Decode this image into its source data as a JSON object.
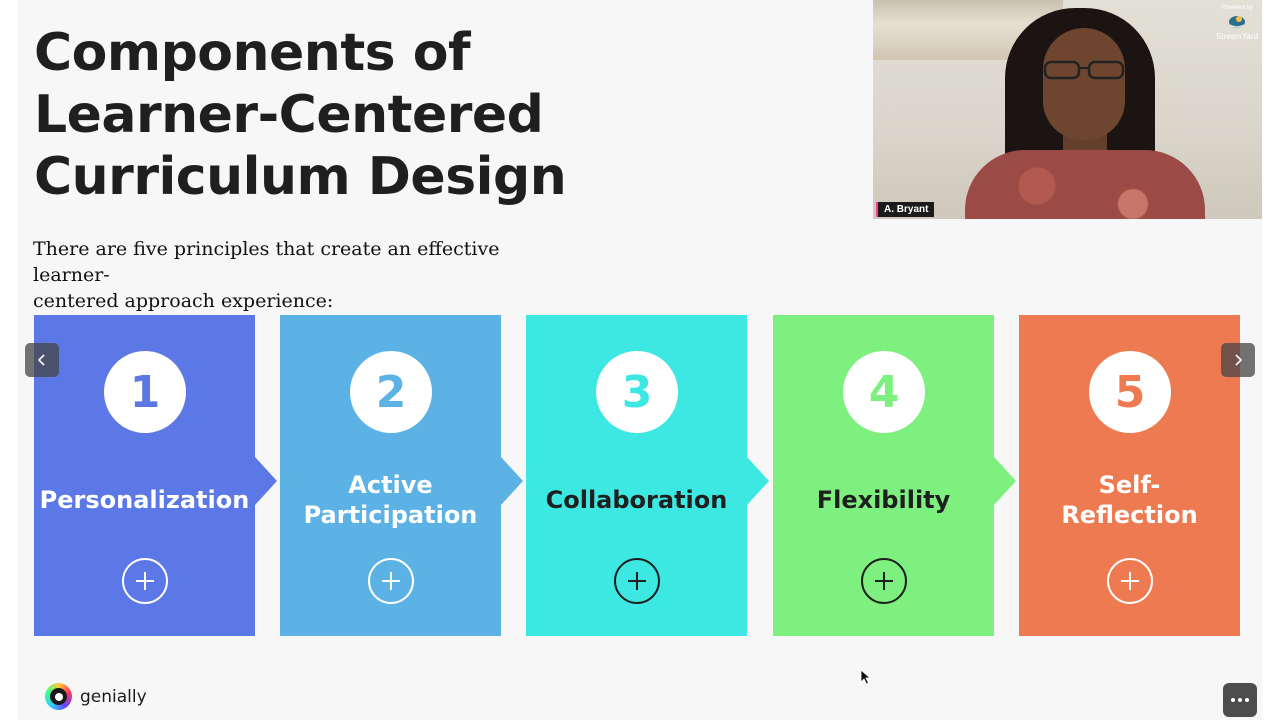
{
  "slide": {
    "title_lines": [
      "Components of",
      "Learner-Centered",
      "Curriculum Design"
    ],
    "intro_lines": [
      "There are five principles that create an effective learner-",
      "centered approach experience:"
    ]
  },
  "cards": [
    {
      "number": "1",
      "label_lines": [
        "Personalization"
      ],
      "bg": "#5b78e6",
      "text_color": "#ffffff",
      "number_color": "#5b78e6"
    },
    {
      "number": "2",
      "label_lines": [
        "Active",
        "Participation"
      ],
      "bg": "#5cb2e4",
      "text_color": "#ffffff",
      "number_color": "#5cb2e4"
    },
    {
      "number": "3",
      "label_lines": [
        "Collaboration"
      ],
      "bg": "#3ee8e2",
      "text_color": "#1f1f1f",
      "number_color": "#3ee8e2"
    },
    {
      "number": "4",
      "label_lines": [
        "Flexibility"
      ],
      "bg": "#7df07f",
      "text_color": "#1f1f1f",
      "number_color": "#7df07f"
    },
    {
      "number": "5",
      "label_lines": [
        "Self-",
        "Reflection"
      ],
      "bg": "#ee7a52",
      "text_color": "#ffffff",
      "number_color": "#ee7a52"
    }
  ],
  "navigation": {
    "prev_icon": "chevron-left-icon",
    "next_icon": "chevron-right-icon"
  },
  "branding": {
    "logo_icon": "genially-logo-icon",
    "name": "genially"
  },
  "more_menu_icon": "more-horizontal-icon",
  "webcam": {
    "participant_name": "A. Bryant",
    "powered_by_line": "Powered by",
    "service_name": "StreamYard"
  }
}
